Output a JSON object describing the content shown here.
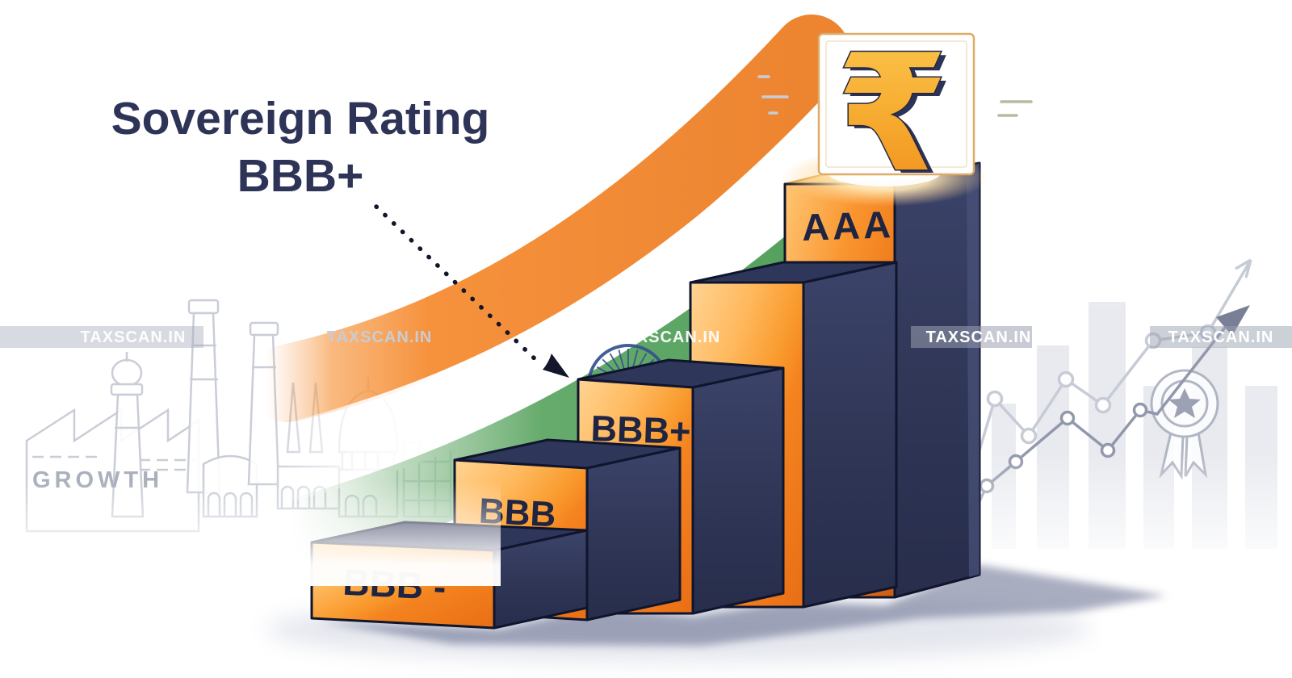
{
  "headline": {
    "line1": "Sovereign Rating",
    "line2": "BBB+"
  },
  "steps": [
    {
      "label": "BBB -"
    },
    {
      "label": "BBB"
    },
    {
      "label": "BBB+"
    },
    {
      "label": ""
    },
    {
      "label": "AAA"
    }
  ],
  "currency": {
    "rupee_symbol": "₹"
  },
  "skyline": {
    "growth_label": "GROWTH"
  },
  "watermark": {
    "text": "TAXSCAN.IN",
    "count": 5
  },
  "colors": {
    "saffron": "#f58220",
    "navy": "#2e3457",
    "flag_green": "#4f9c57",
    "gold": "#f7b733",
    "outline": "#10152e",
    "faded_gray": "#c7cbd5"
  }
}
